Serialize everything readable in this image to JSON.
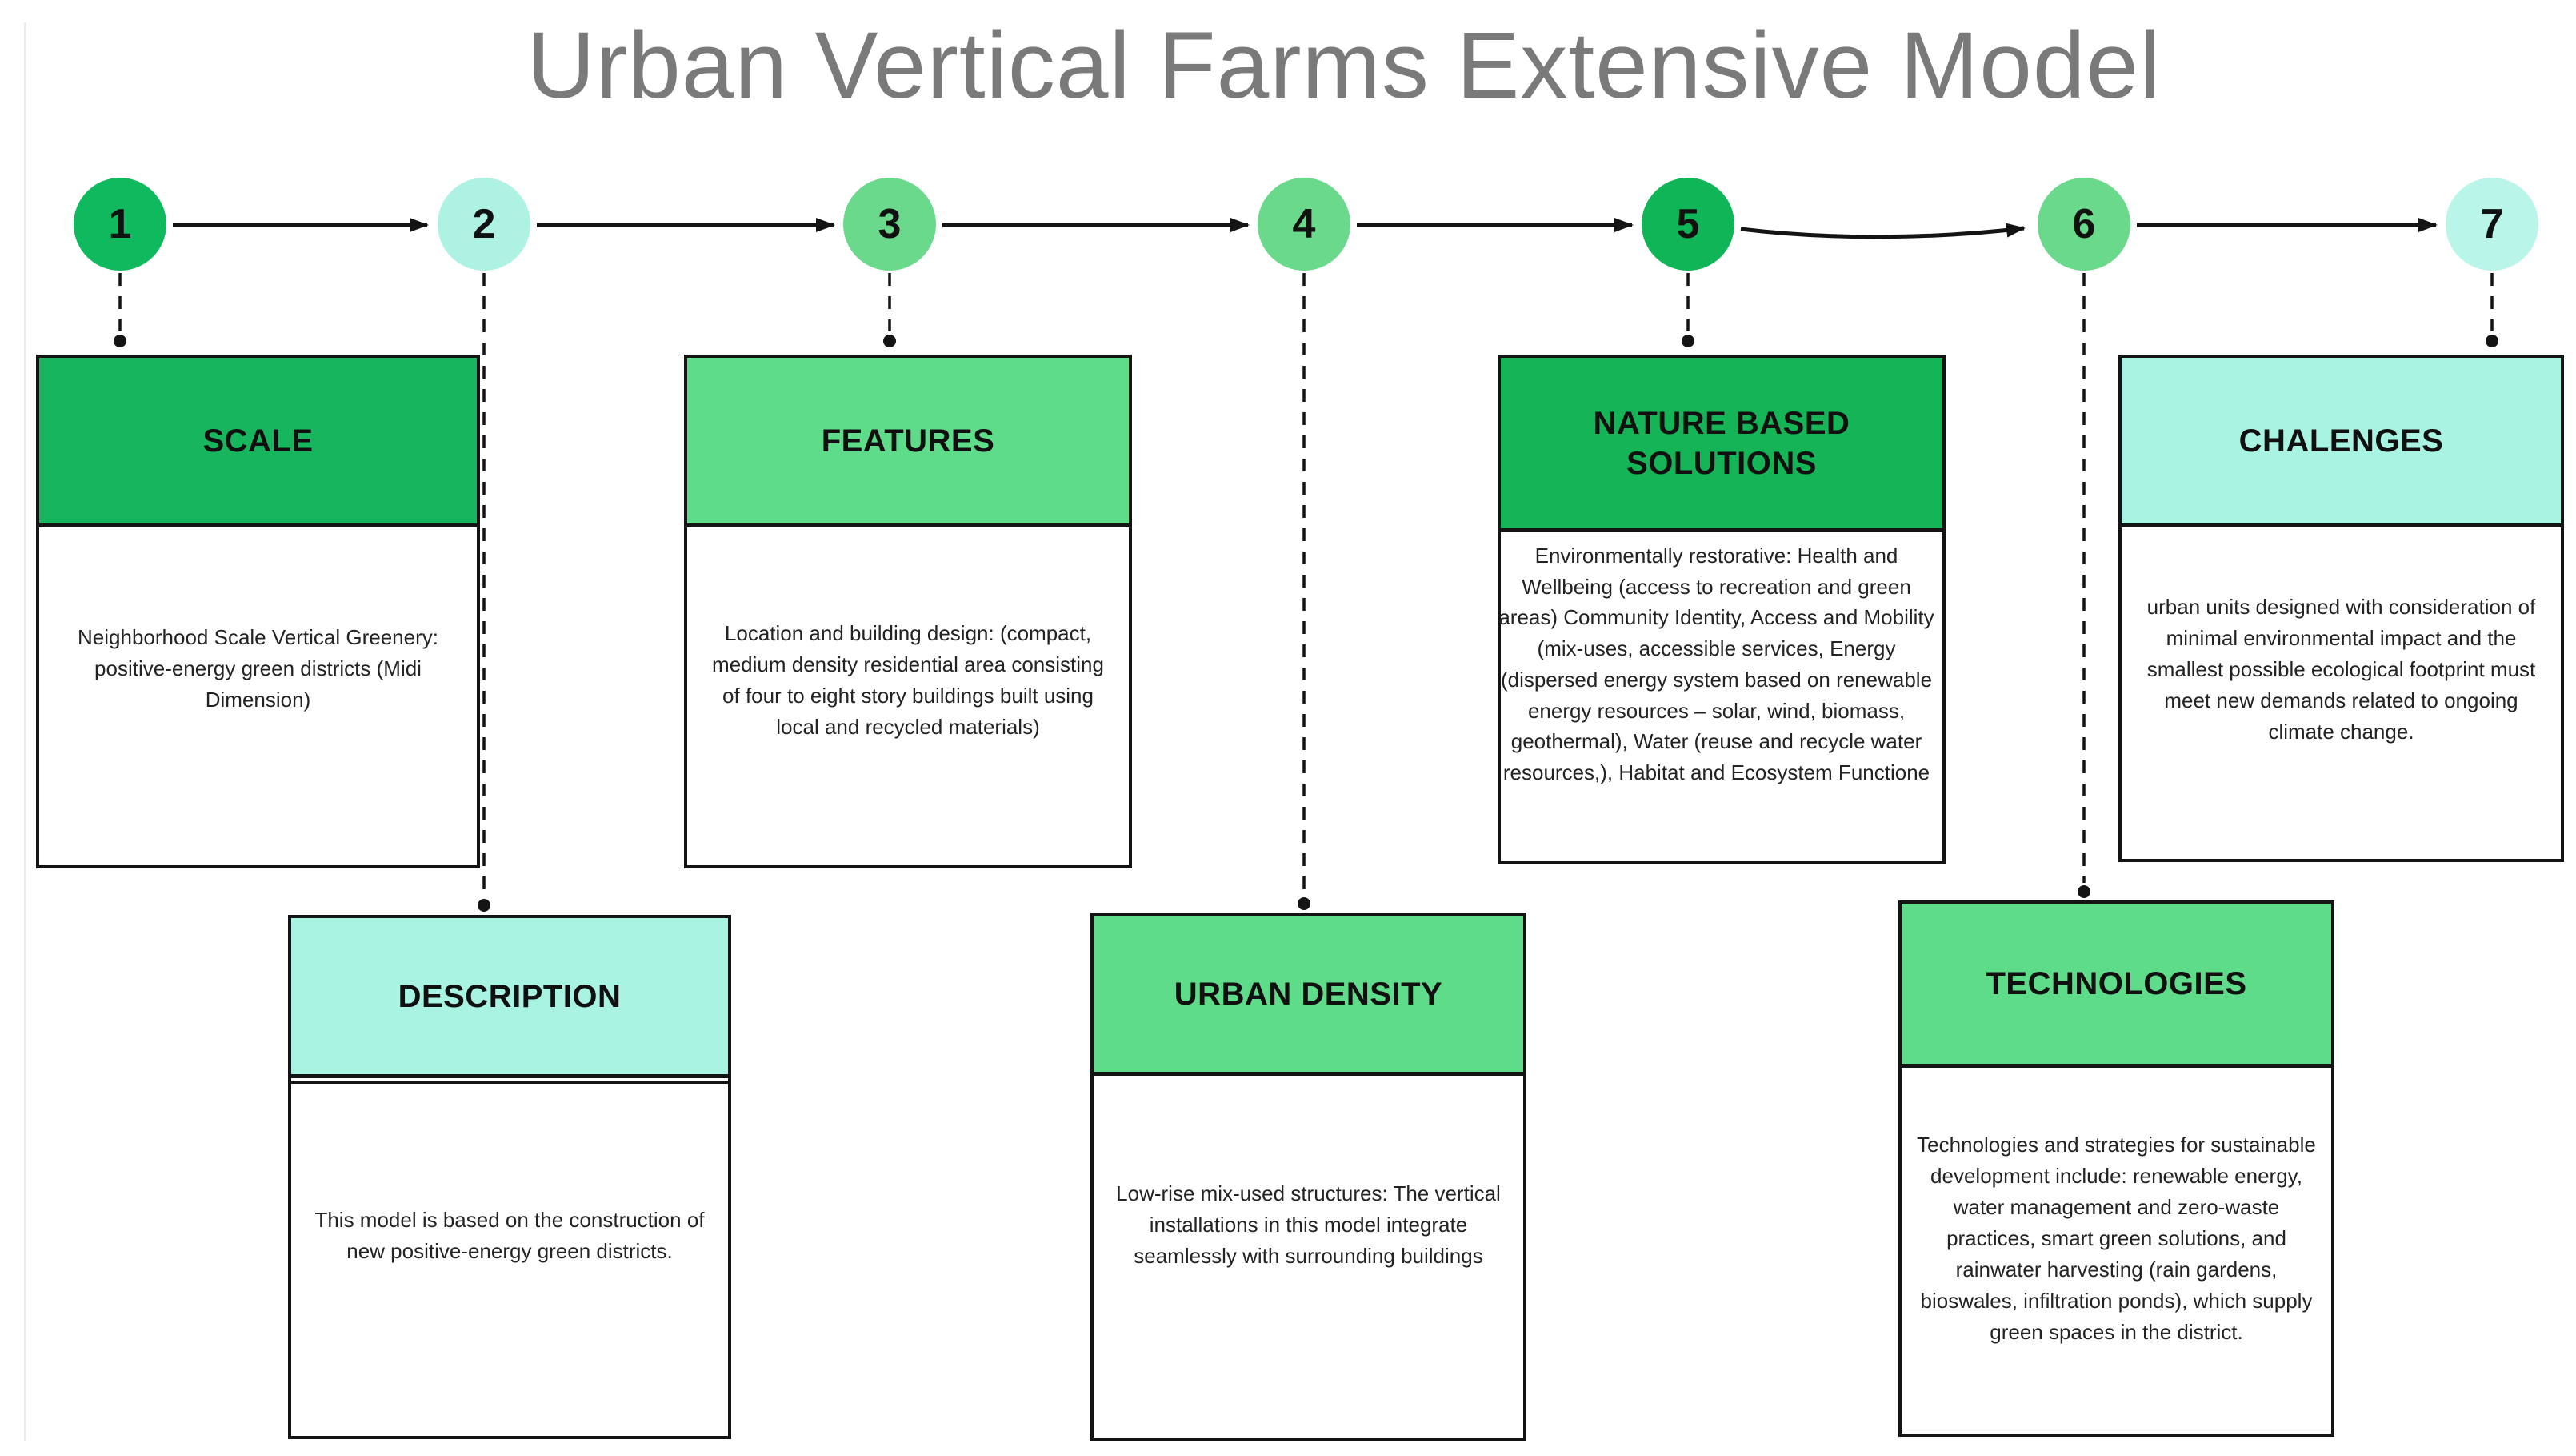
{
  "title": "Urban Vertical Farms Extensive Model",
  "colors": {
    "title_gray": "#7a7a7a",
    "line_black": "#141414",
    "dark_green": "#12b65b",
    "medium_green": "#63d98a",
    "mint": "#a9f3e2",
    "light_mint": "#b9f5e9",
    "canvas_edge": "#ececec"
  },
  "steps": [
    {
      "number": "1",
      "circle_color": "#0fb95e",
      "label": "SCALE",
      "header_color": "#17b65e",
      "body": "Neighborhood Scale Vertical Greenery: positive-energy green districts (Midi Dimension)"
    },
    {
      "number": "2",
      "circle_color": "#adf2e2",
      "label": "DESCRIPTION",
      "header_color": "#a9f3e2",
      "body": "This model is based on the construction of new positive-energy green districts."
    },
    {
      "number": "3",
      "circle_color": "#6ad98c",
      "label": "FEATURES",
      "header_color": "#5edc8a",
      "body": "Location and building design: (compact, medium density residential area consisting of four to eight story buildings built using local and recycled materials)"
    },
    {
      "number": "4",
      "circle_color": "#6ad98c",
      "label": "URBAN DENSITY",
      "header_color": "#5edc8a",
      "body": "Low-rise mix-used structures: The vertical installations in this model integrate seamlessly with surrounding buildings"
    },
    {
      "number": "5",
      "circle_color": "#10b558",
      "label": "NATURE BASED SOLUTIONS",
      "header_color": "#14b457",
      "body": "Environmentally restorative: Health and Wellbeing (access to recreation and green areas) Community Identity, Access and Mobility (mix-uses, accessible services, Energy (dispersed energy system based on renewable energy resources – solar, wind, biomass, geothermal), Water (reuse and recycle water resources,), Habitat and Ecosystem Functione"
    },
    {
      "number": "6",
      "circle_color": "#6ad98c",
      "label": "TECHNOLOGIES",
      "header_color": "#5edc8a",
      "body": "Technologies and strategies for sustainable development include: renewable energy, water management and zero-waste practices, smart green solutions, and rainwater harvesting (rain gardens, bioswales, infiltration ponds), which supply green spaces in the district."
    },
    {
      "number": "7",
      "circle_color": "#b9f5e9",
      "label": "CHALENGES",
      "header_color": "#a9f3e3",
      "body": "urban units designed with consideration of minimal environmental impact and the smallest possible ecological footprint must meet new demands related to ongoing climate change."
    }
  ]
}
